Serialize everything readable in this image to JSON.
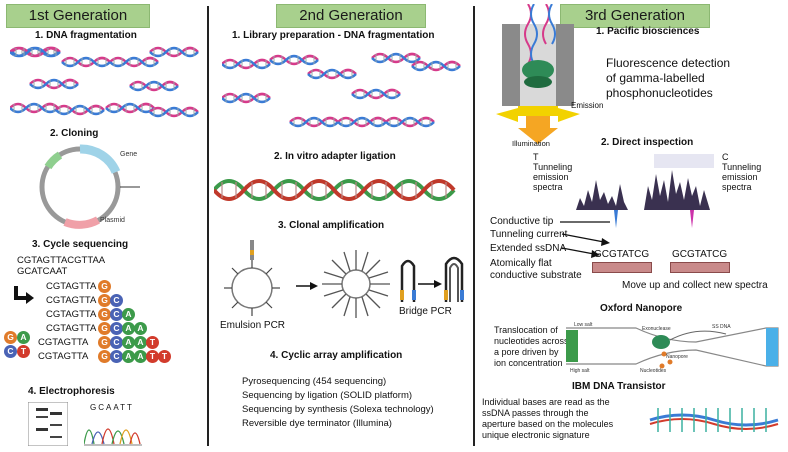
{
  "headers": {
    "gen1": "1st Generation",
    "gen2": "2nd Generation",
    "gen3": "3rd Generation"
  },
  "gen1": {
    "step1": "1. DNA fragmentation",
    "step2": "2. Cloning",
    "plasmid_gene": "Gene",
    "plasmid_label": "Plasmid",
    "step3": "3. Cycle sequencing",
    "template_line1": "CGTAGTTACGTTAA",
    "template_line2": "GCATCAAT",
    "ladder": [
      {
        "seq": "CGTAGTTA",
        "bases": [
          "G"
        ]
      },
      {
        "seq": "CGTAGTTA",
        "bases": [
          "G",
          "C"
        ]
      },
      {
        "seq": "CGTAGTTA",
        "bases": [
          "G",
          "C",
          "A"
        ]
      },
      {
        "seq": "CGTAGTTA",
        "bases": [
          "G",
          "C",
          "A",
          "A"
        ]
      },
      {
        "seq": "CGTAGTTA",
        "bases": [
          "G",
          "C",
          "A",
          "A",
          "T"
        ]
      },
      {
        "seq": "CGTAGTTA",
        "bases": [
          "G",
          "C",
          "A",
          "A",
          "T",
          "T"
        ]
      }
    ],
    "free_bases": [
      "G",
      "A",
      "C",
      "T"
    ],
    "step4": "4. Electrophoresis",
    "electro_seq": "GCAATT"
  },
  "gen2": {
    "step1": "1. Library preparation - DNA fragmentation",
    "step2": "2. In vitro adapter ligation",
    "step3": "3. Clonal amplification",
    "emulsion_label": "Emulsion PCR",
    "bridge_label": "Bridge PCR",
    "step4": "4. Cyclic array amplification",
    "methods": [
      "Pyrosequencing (454 sequencing)",
      "Sequencing by ligation (SOLID platform)",
      "Sequencing by synthesis (Solexa technology)",
      "Reversible dye terminator (Illumina)"
    ]
  },
  "gen3": {
    "step1": "1. Pacific biosciences",
    "pacbio_desc_1": "Fluorescence detection",
    "pacbio_desc_2": "of gamma-labelled",
    "pacbio_desc_3": "phosphonucleotides",
    "emission": "Emission",
    "illumination": "Illumination",
    "step2": "2. Direct inspection",
    "spectrum_t": [
      "T",
      "Tunneling",
      "emission",
      "spectra"
    ],
    "spectrum_c": [
      "C",
      "Tunneling",
      "emission",
      "spectra"
    ],
    "labels": [
      "Conductive tip",
      "Tunneling current",
      "Extended ssDNA",
      "Atomically flat",
      "conductive substrate"
    ],
    "seq_a": "GCGTATCG",
    "seq_b": "GCGTATCG",
    "move_up": "Move up and collect new spectra",
    "oxford_title": "Oxford Nanopore",
    "oxford_desc": [
      "Translocation of",
      "nucleotides across",
      "a pore driven by",
      "ion concentration"
    ],
    "oxford_labels": {
      "low_salt": "Low salt",
      "high_salt": "High salt",
      "exonuclease": "Exonuclease",
      "ssdna": "SS DNA",
      "nanopore": "Nanopore",
      "nucleotides": "Nucleotides"
    },
    "ibm_title": "IBM DNA Transistor",
    "ibm_desc": [
      "Individual bases are read as the",
      "ssDNA passes through the",
      "aperture based on the molecules",
      "unique electronic signature"
    ]
  },
  "colors": {
    "header_bg": "#a8d08d",
    "helix_pink": "#d63a8a",
    "helix_blue": "#3a7bd5",
    "adapter_green": "#3c9a4a",
    "adapter_red": "#c0392b"
  }
}
